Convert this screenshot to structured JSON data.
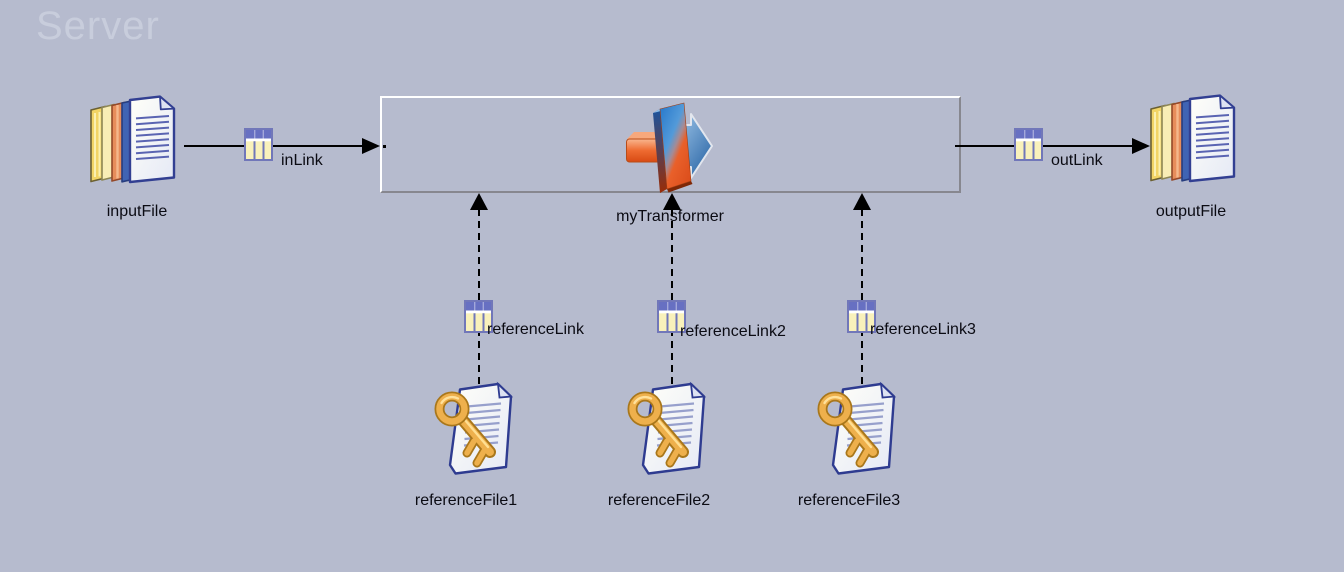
{
  "watermark": "Server",
  "stages": {
    "input_file": {
      "label": "inputFile"
    },
    "transformer": {
      "label": "myTransformer"
    },
    "output_file": {
      "label": "outputFile"
    },
    "reference_files": [
      {
        "label": "referenceFile1"
      },
      {
        "label": "referenceFile2"
      },
      {
        "label": "referenceFile3"
      }
    ]
  },
  "links": {
    "in_link": {
      "label": "inLink"
    },
    "out_link": {
      "label": "outLink"
    },
    "reference_links": [
      {
        "label": "referenceLink"
      },
      {
        "label": "referenceLink2"
      },
      {
        "label": "referenceLink3"
      }
    ]
  },
  "colors": {
    "canvas_background": "#b6bbce",
    "watermark_text": "#c8cddc",
    "label_text": "#0b0b13",
    "link_line": "#000000",
    "box_border_light": "#ffffff",
    "box_border_dark": "#87878f",
    "grid_icon_border": "#7177b9",
    "grid_icon_header": "#6770c2",
    "grid_icon_body": "#f9f1bb",
    "key_gold": "#eeb04c"
  }
}
